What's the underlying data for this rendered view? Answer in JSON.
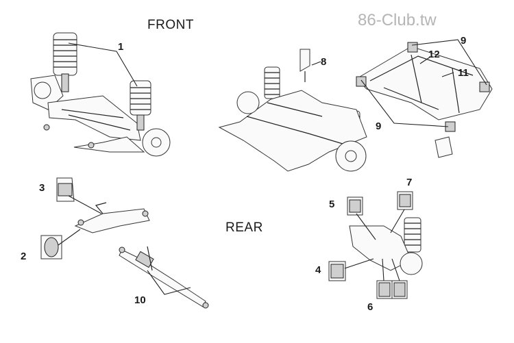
{
  "watermark": "86-Club.tw",
  "headings": {
    "front": "FRONT",
    "rear": "REAR"
  },
  "callouts": {
    "c1": "1",
    "c2": "2",
    "c3": "3",
    "c4": "4",
    "c5": "5",
    "c6": "6",
    "c7": "7",
    "c8": "8",
    "c9a": "9",
    "c9b": "9",
    "c10": "10",
    "c11": "11",
    "c12": "12"
  }
}
